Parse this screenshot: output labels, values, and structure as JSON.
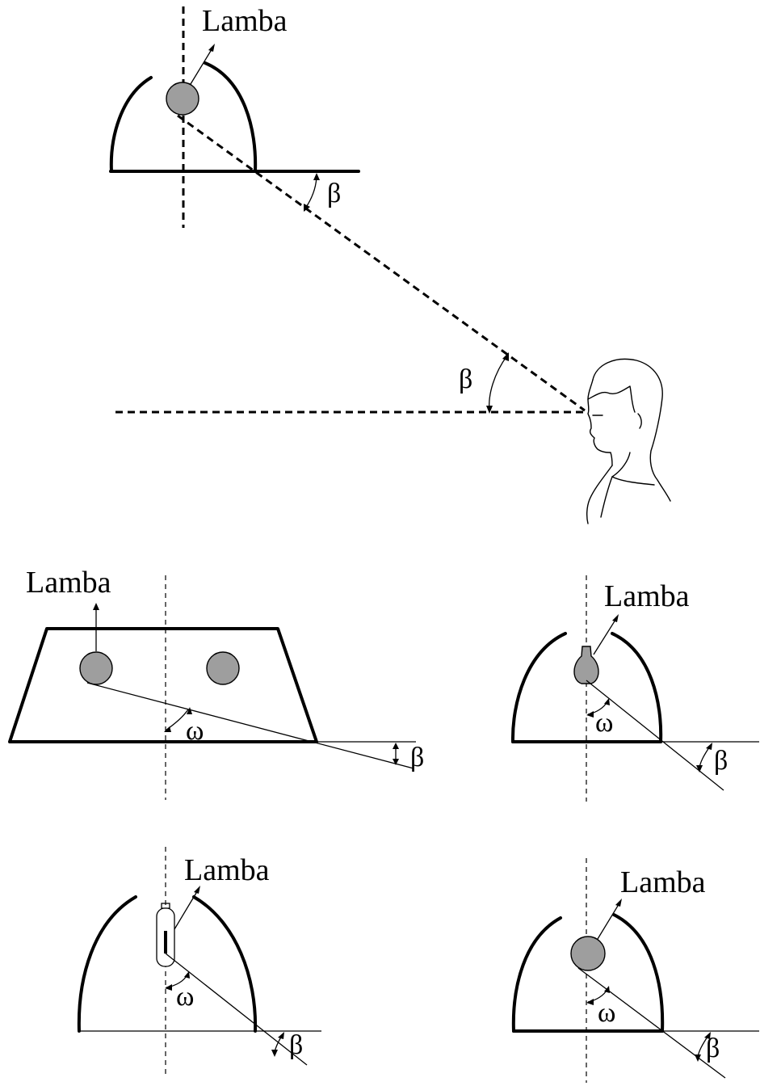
{
  "labels": {
    "lamp": "Lamba",
    "beta": "β",
    "omega": "ω"
  }
}
